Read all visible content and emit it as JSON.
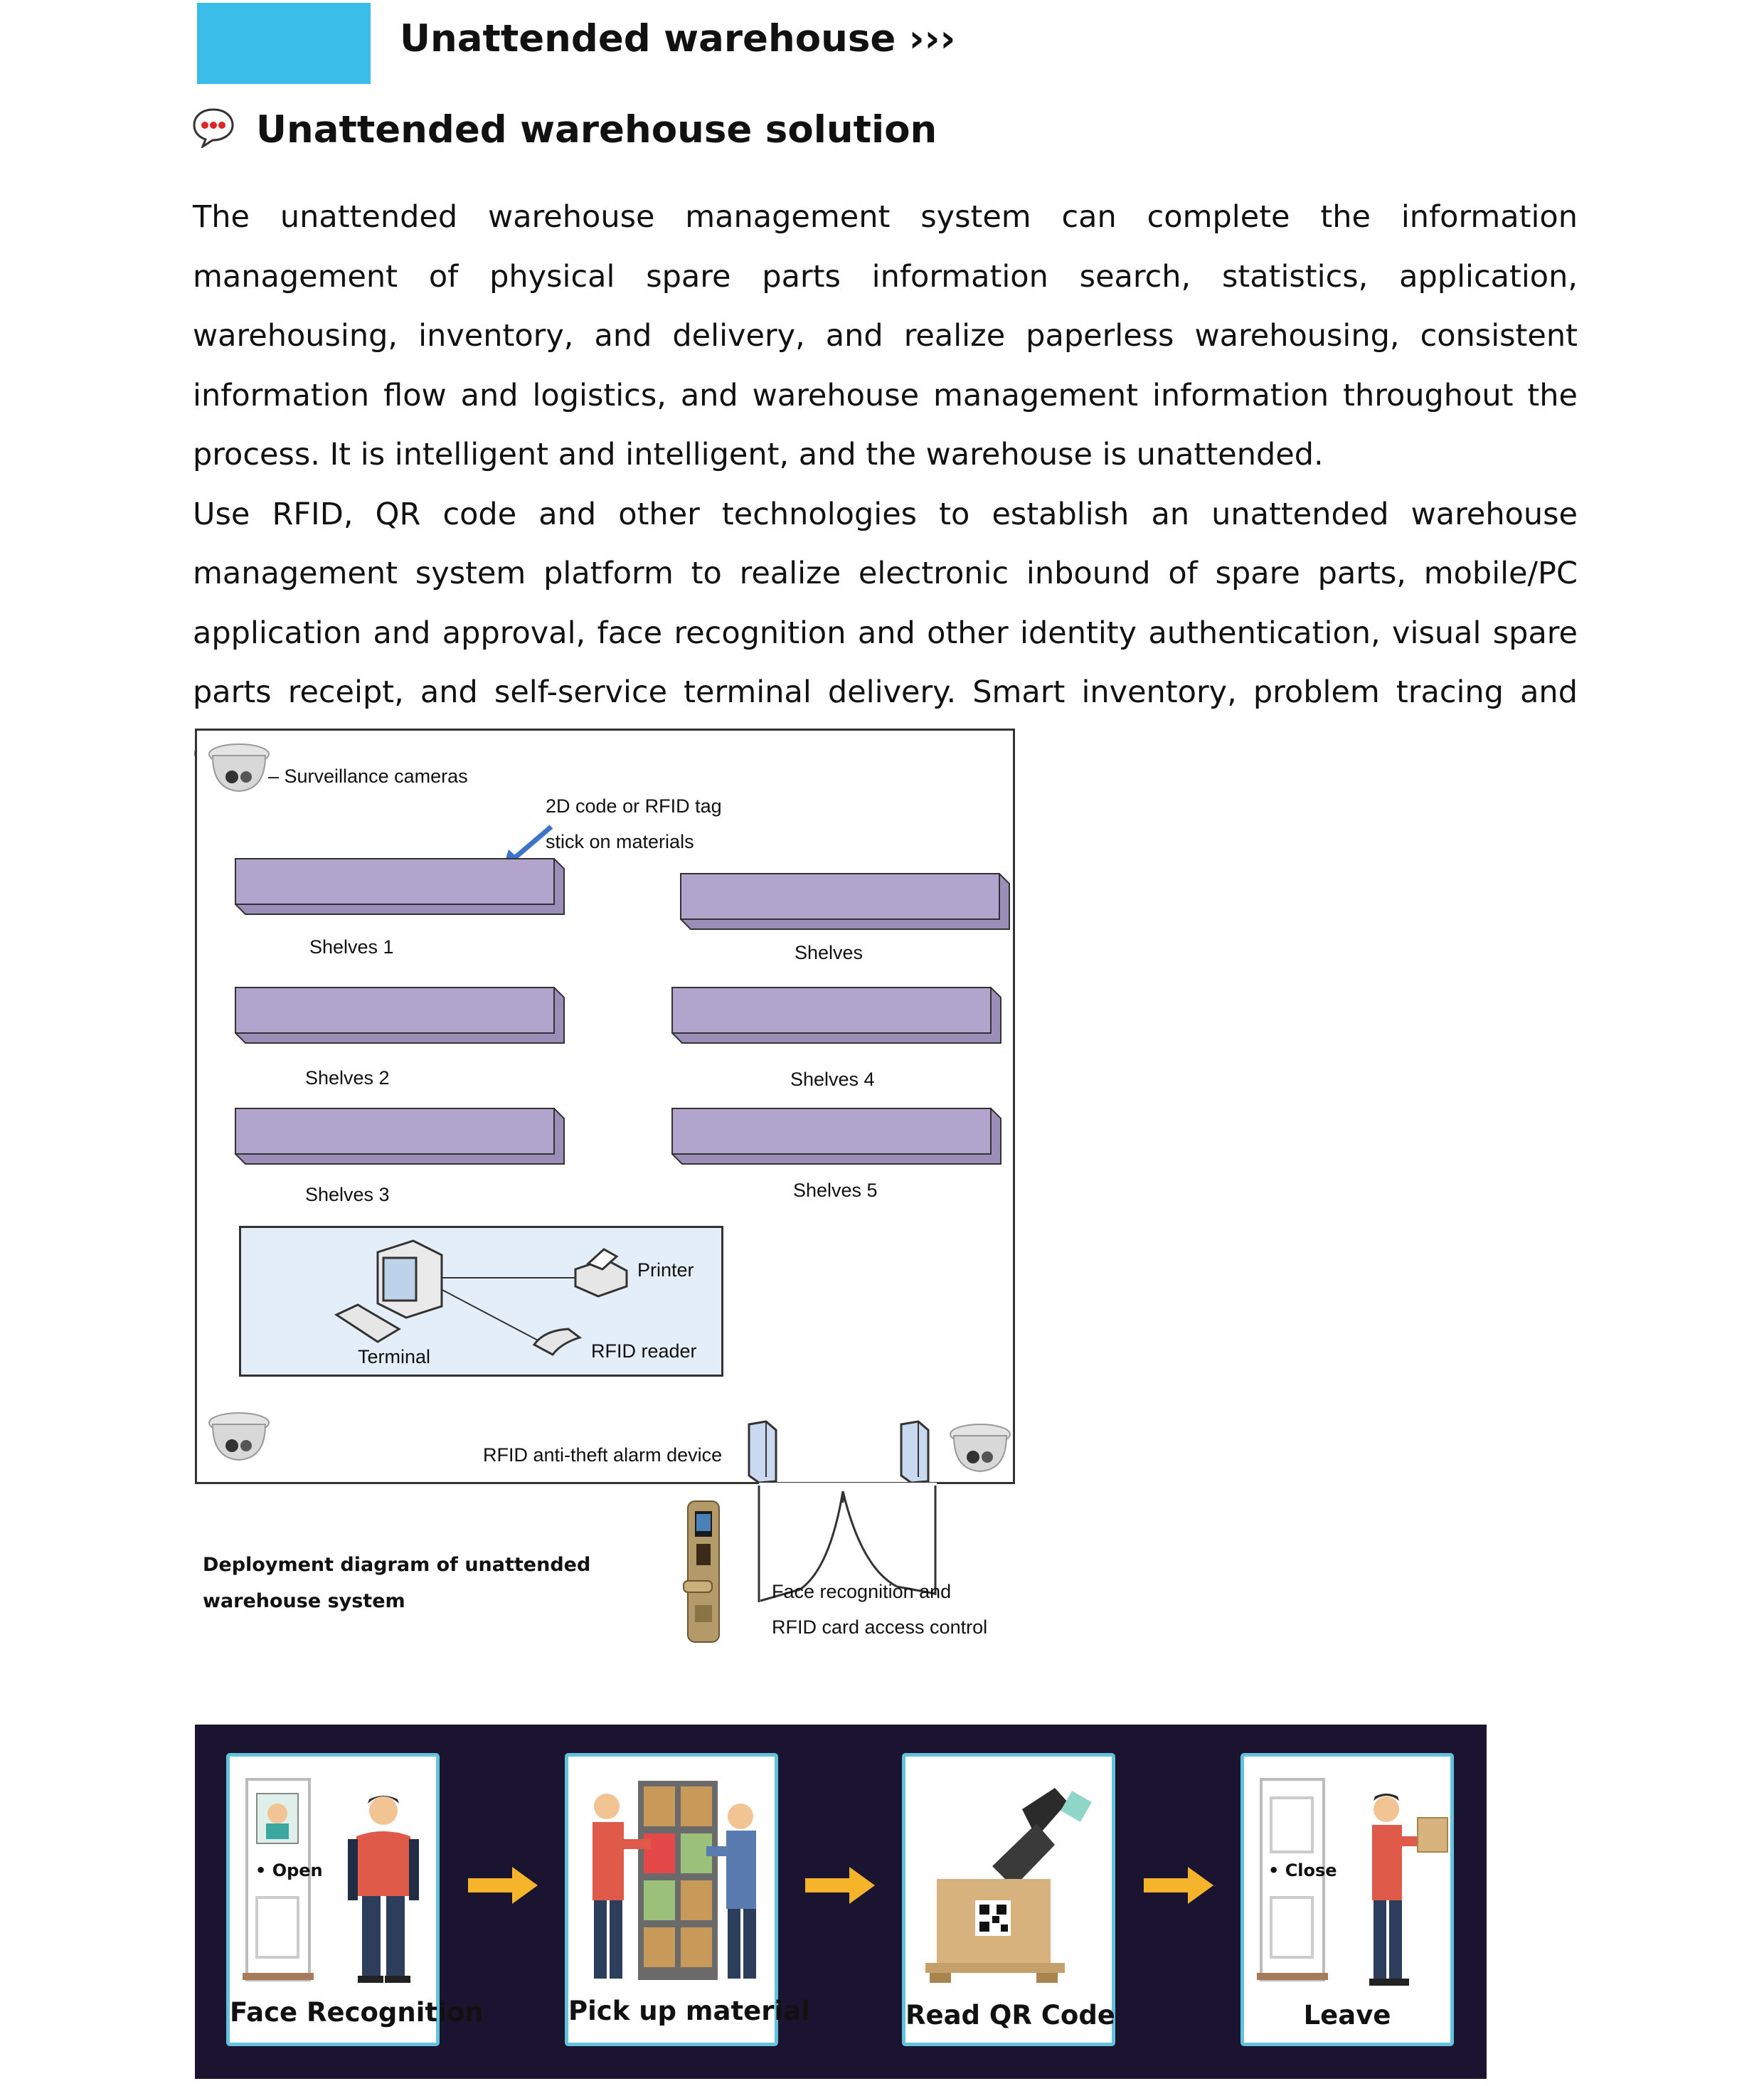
{
  "header": {
    "title": "Unattended warehouse ›››"
  },
  "section": {
    "title": "Unattended warehouse solution"
  },
  "body": {
    "paragraphs": [
      "The unattended warehouse management system can complete the information management of physical spare parts information search, statistics, application, warehousing, inventory, and delivery, and realize paperless warehousing, consistent information flow and logistics, and warehouse management information throughout the process. It is intelligent and intelligent, and the warehouse is unattended.",
      "Use RFID, QR code and other technologies to establish an unattended warehouse management system platform to realize electronic inbound of spare parts, mobile/PC application and approval, face recognition and other identity authentication, visual spare parts receipt, and self-service terminal delivery. Smart inventory, problem tracing and other functions."
    ]
  },
  "diagram": {
    "surveillance_label": "– Surveillance cameras",
    "tag_label_1": "2D code or RFID tag",
    "tag_label_2": "stick on materials",
    "shelves": [
      "Shelves 1",
      "Shelves",
      "Shelves 2",
      "Shelves 4",
      "Shelves 3",
      "Shelves 5"
    ],
    "printer_label": "Printer",
    "rfid_reader_label": "RFID reader",
    "terminal_label": "Terminal",
    "alarm_label": "RFID anti-theft alarm device",
    "access_label_1": "Face recognition and",
    "access_label_2": "RFID card access control",
    "caption_1": "Deployment diagram of unattended",
    "caption_2": "warehouse system",
    "shelf_color": "#b1a5cd"
  },
  "process": {
    "steps": [
      "Face Recognition",
      "Pick up material",
      "Read QR Code",
      "Leave"
    ],
    "door_open_label": "• Open",
    "door_close_label": "• Close",
    "arrow_color": "#f5b42a",
    "card_border_color": "#63c2dc",
    "background_color": "#1a1430"
  }
}
